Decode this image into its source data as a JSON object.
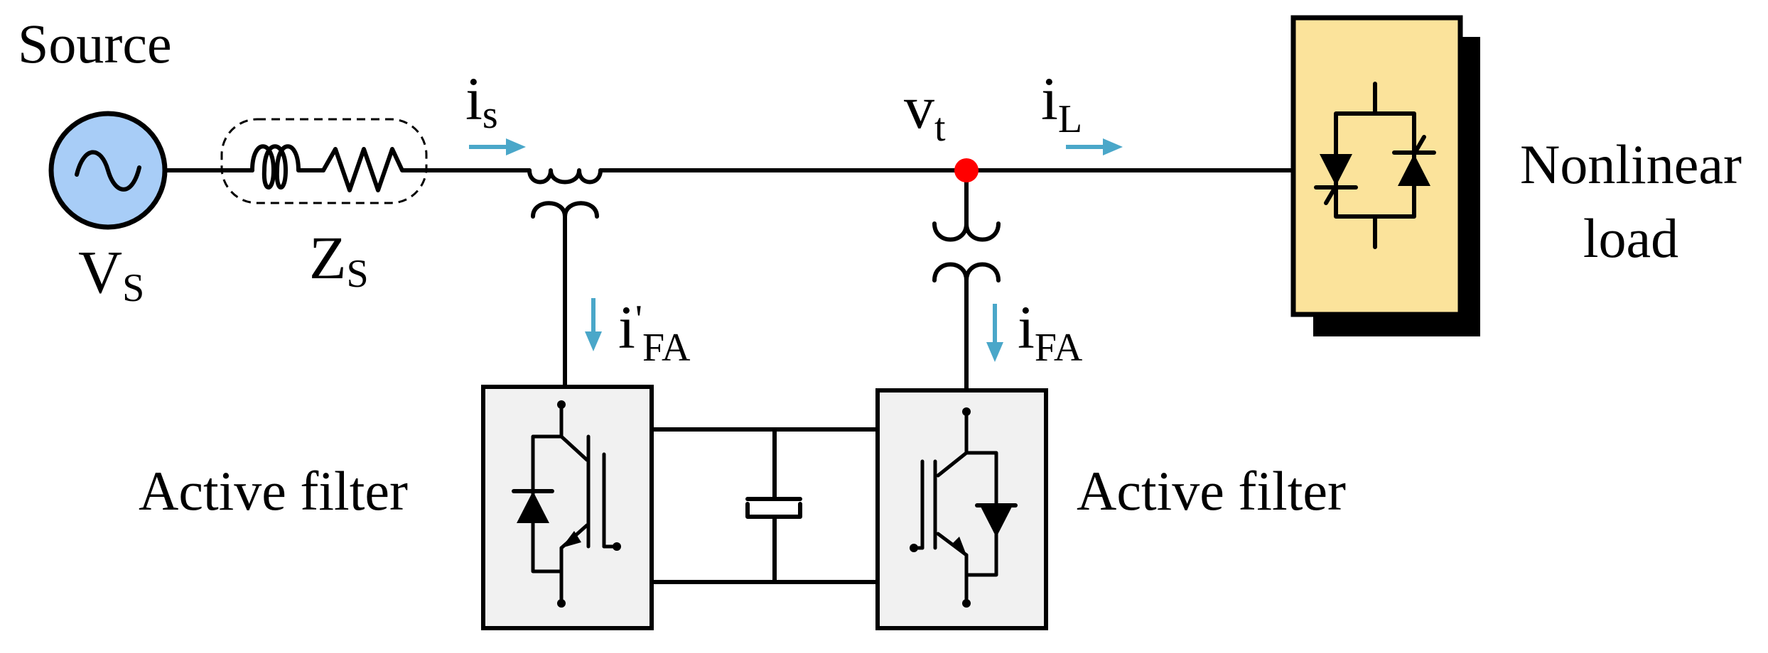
{
  "labels": {
    "source": "Source",
    "nonlinear_load_line1": "Nonlinear",
    "nonlinear_load_line2": "load",
    "active_filter_left": "Active filter",
    "active_filter_right": "Active filter"
  },
  "symbols": {
    "vs_main": "V",
    "vs_sub": "S",
    "zs_main": "Z",
    "zs_sub": "S",
    "is_main": "i",
    "is_sub": "s",
    "vt_main": "v",
    "vt_sub": "t",
    "il_main": "i",
    "il_sub": "L",
    "ifa_prime_main": "i",
    "ifa_prime_mark": "'",
    "ifa_prime_sub": "FA",
    "ifa_main": "i",
    "ifa_sub": "FA"
  },
  "colors": {
    "source_fill": "#a8cdf7",
    "load_fill": "#fbe39b",
    "filter_fill": "#f1f1f1",
    "arrow": "#4aa7c9",
    "node": "#ff0000"
  },
  "icons": {
    "source": "ac-source-icon",
    "impedance": "inductor-resistor-icon",
    "series_transformer": "transformer-icon",
    "shunt_transformer": "transformer-icon",
    "load": "thyristor-pair-icon",
    "filter": "igbt-diode-icon",
    "dc_link": "capacitor-icon"
  }
}
